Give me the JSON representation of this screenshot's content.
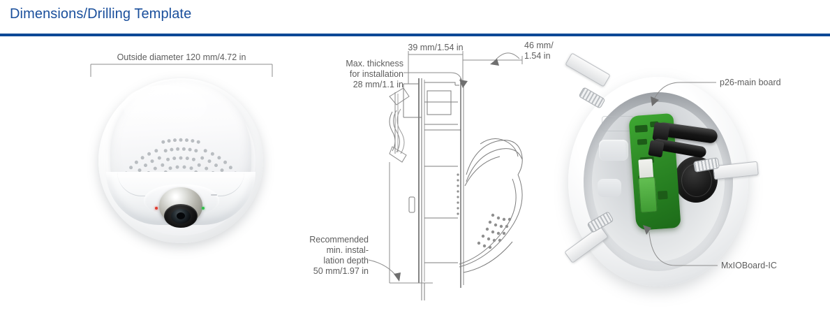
{
  "header": {
    "title": "Dimensions/Drilling Template",
    "rule_color": "#0b4896",
    "title_color": "#1a4f9c"
  },
  "figures": {
    "left": {
      "name": "dome-camera-front-view",
      "dimension_label": "Outside diameter 120 mm/4.72 in"
    },
    "middle": {
      "name": "dome-camera-section-drawing",
      "labels": {
        "max_thickness": [
          "Max. thickness",
          "for installation",
          "28 mm/1.1 in"
        ],
        "width_top": "39 mm/1.54 in",
        "depth_right": [
          "46 mm/",
          "1.54 in"
        ],
        "min_depth": [
          "Recommended",
          "min. instal-",
          "lation depth",
          "50 mm/1.97 in"
        ]
      }
    },
    "right": {
      "name": "open-housing-interior-photo",
      "callouts": [
        {
          "label": "p26-main board"
        },
        {
          "label": "MxIOBoard-IC"
        }
      ]
    }
  },
  "measurements": [
    {
      "key": "outside_diameter",
      "mm": 120,
      "inch": 4.72,
      "text": "Outside diameter 120 mm/4.72 in"
    },
    {
      "key": "max_installation_thickness",
      "mm": 28,
      "inch": 1.1,
      "text": "28 mm/1.1 in"
    },
    {
      "key": "width",
      "mm": 39,
      "inch": 1.54,
      "text": "39 mm/1.54 in"
    },
    {
      "key": "depth",
      "mm": 46,
      "inch": 1.54,
      "text": "46 mm/ 1.54 in"
    },
    {
      "key": "recommended_min_installation_depth",
      "mm": 50,
      "inch": 1.97,
      "text": "50 mm/1.97 in"
    }
  ],
  "colors": {
    "label_text": "#5d5d5d",
    "line": "#8c8c8c",
    "pcb_green": "#2f8c27",
    "background": "#ffffff"
  }
}
